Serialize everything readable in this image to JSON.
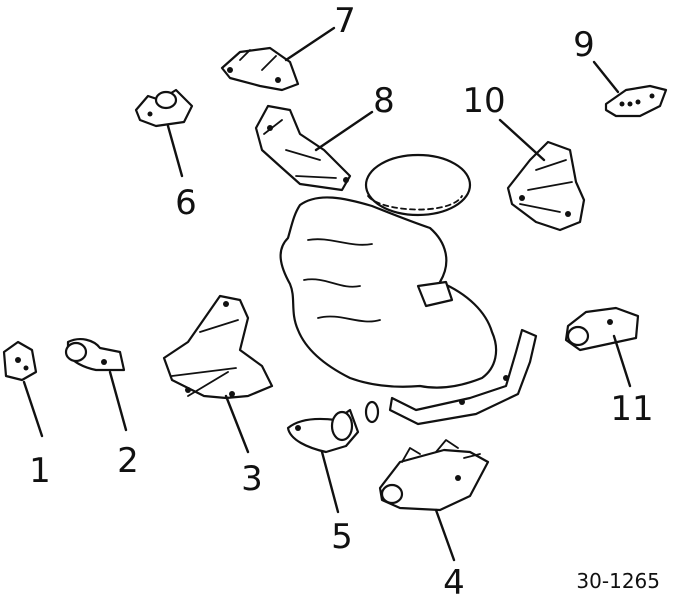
{
  "callouts": [
    "1",
    "2",
    "3",
    "4",
    "5",
    "6",
    "7",
    "8",
    "9",
    "10",
    "11"
  ],
  "figure_ref": "30-1265"
}
